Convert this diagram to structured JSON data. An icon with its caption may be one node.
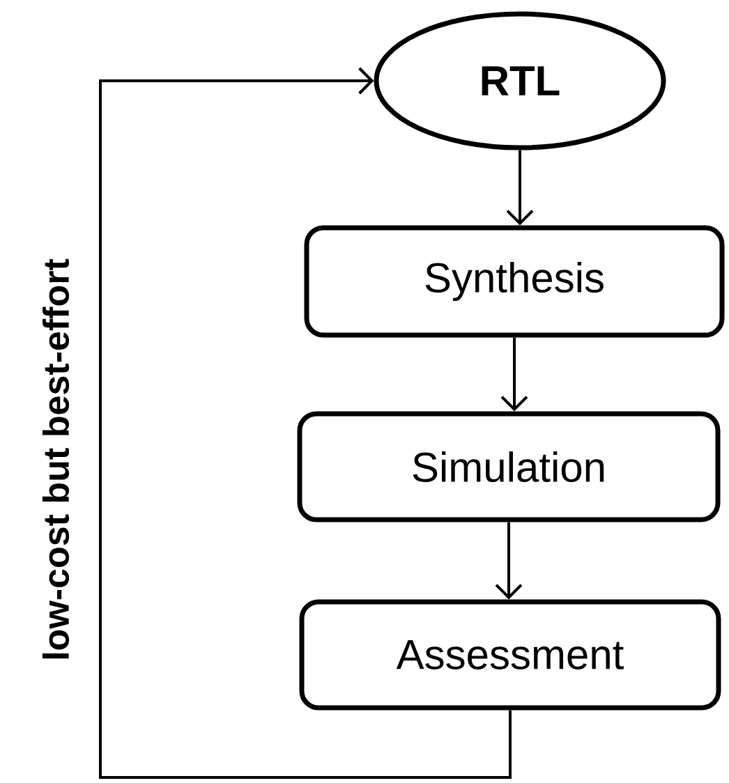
{
  "diagram": {
    "nodes": [
      {
        "text": [
          "RTL"
        ]
      },
      {
        "text": [
          "Synthesis"
        ]
      },
      {
        "text": [
          "Simulation"
        ]
      },
      {
        "text": [
          "Assessment"
        ]
      }
    ],
    "edges": [
      {
        "from": 0,
        "to": 1,
        "arrow": "to"
      },
      {
        "from": 1,
        "to": 2,
        "arrow": "to"
      },
      {
        "from": 2,
        "to": 3,
        "arrow": "to"
      },
      {
        "from": 3,
        "to": 0,
        "arrow": "to",
        "label": "low-cost but best-effort"
      }
    ]
  }
}
